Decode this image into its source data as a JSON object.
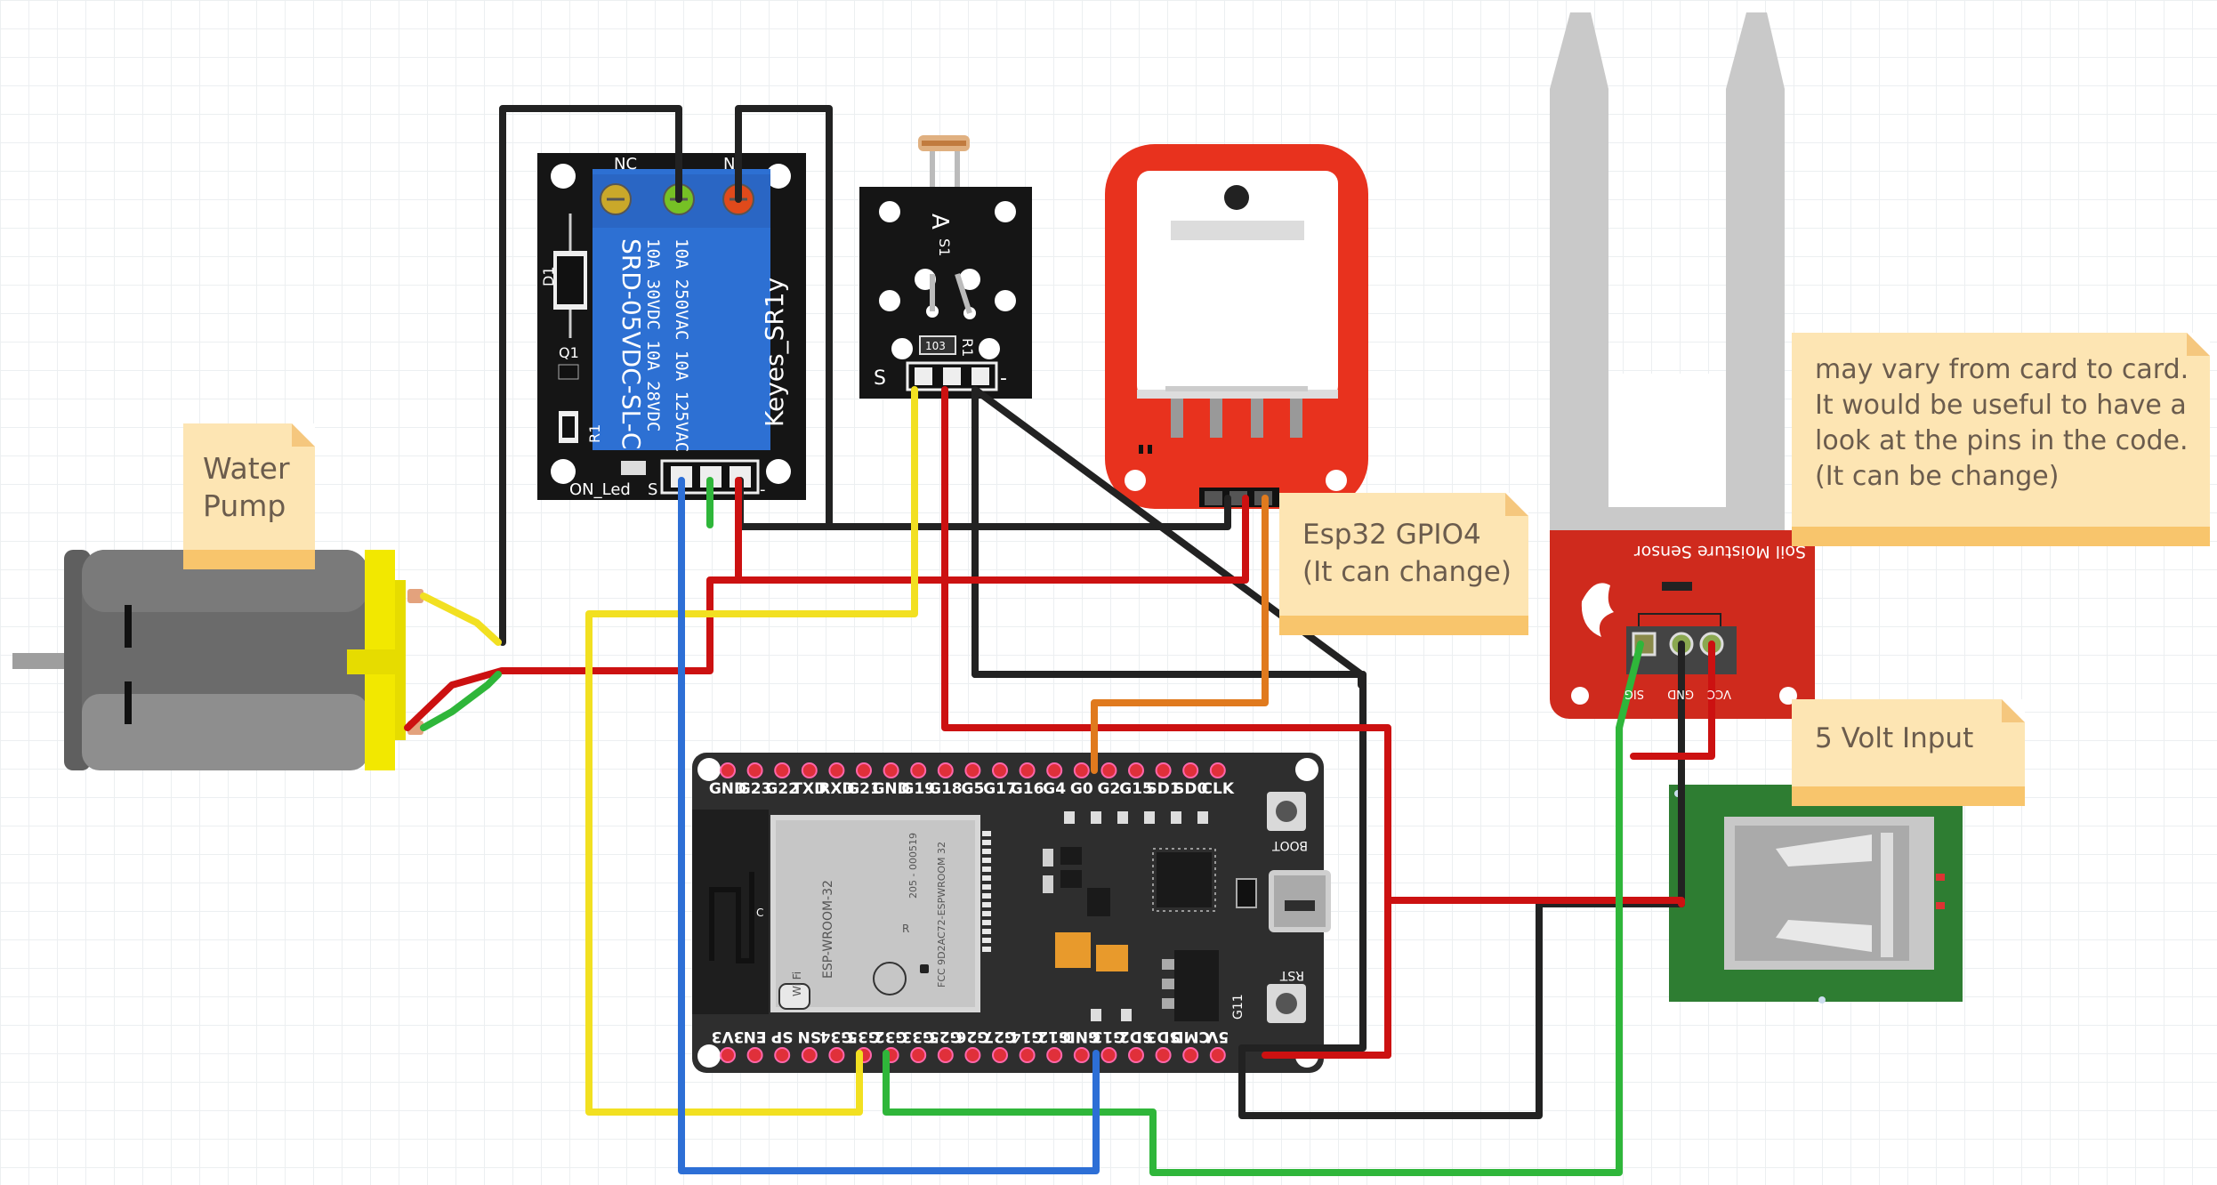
{
  "notes": {
    "pump": "Water\nPump",
    "gpio": "Esp32 GPIO4\n(It can change)",
    "moisture": "may vary from card to card.\nIt would be useful to have a\nlook at the pins in the code.\n(It can be change)",
    "volt": "5 Volt Input"
  },
  "relay": {
    "nc": "NC",
    "no": "N",
    "model": "SRD-05VDC-SL-C",
    "rating1": "10A 250VAC  10A 125VAC",
    "rating2": "10A  30VDC  10A  28VDC",
    "brand": "Keyes_SR1y",
    "d1": "D1",
    "q1": "Q1",
    "r1": "R1",
    "on_led": "ON_Led",
    "s": "S",
    "minus": "-"
  },
  "ldr": {
    "a": "A",
    "s1": "S1",
    "r1": "R1",
    "res": "103",
    "s": "S",
    "minus": "-"
  },
  "soil": {
    "title": "Soil Moisture Sensor",
    "sig": "SIG",
    "gnd": "GND",
    "vcc": "VCC"
  },
  "esp32": {
    "top_pins": [
      "GND",
      "G23",
      "G22",
      "TXD",
      "RXD",
      "G21",
      "GND",
      "G19",
      "G18",
      "G5",
      "G17",
      "G16",
      "G4",
      "G0",
      "G2",
      "G15",
      "SD1",
      "SD0",
      "CLK"
    ],
    "bottom_pins": [
      "3V3",
      "EN",
      "SP",
      "SN",
      "G34",
      "G35",
      "G32",
      "G33",
      "G25",
      "G26",
      "G27",
      "G14",
      "G12",
      "GND",
      "G13",
      "SD2",
      "SD3",
      "CMD",
      "5V"
    ],
    "module_name": "ESP-WROOM-32",
    "fcc": "FCC 9D2AC72-ESPWROOM 32",
    "code": "205 - 000519",
    "wifi": "Wi Fi",
    "boot": "BOOT",
    "rst": "RST",
    "g11": "G11",
    "c_label": "C",
    "r_label": "R"
  },
  "colors": {
    "black": "#222222",
    "red": "#cc1111",
    "yellow": "#f2e021",
    "blue": "#2d6fd6",
    "green": "#2fb63a",
    "orange": "#e07a1e",
    "relay_blue": "#2d70d3",
    "esp_board": "#2e2e2e",
    "soil_red": "#cf2a1d",
    "dht_red": "#e8321e",
    "usb_green": "#2e7d32"
  }
}
